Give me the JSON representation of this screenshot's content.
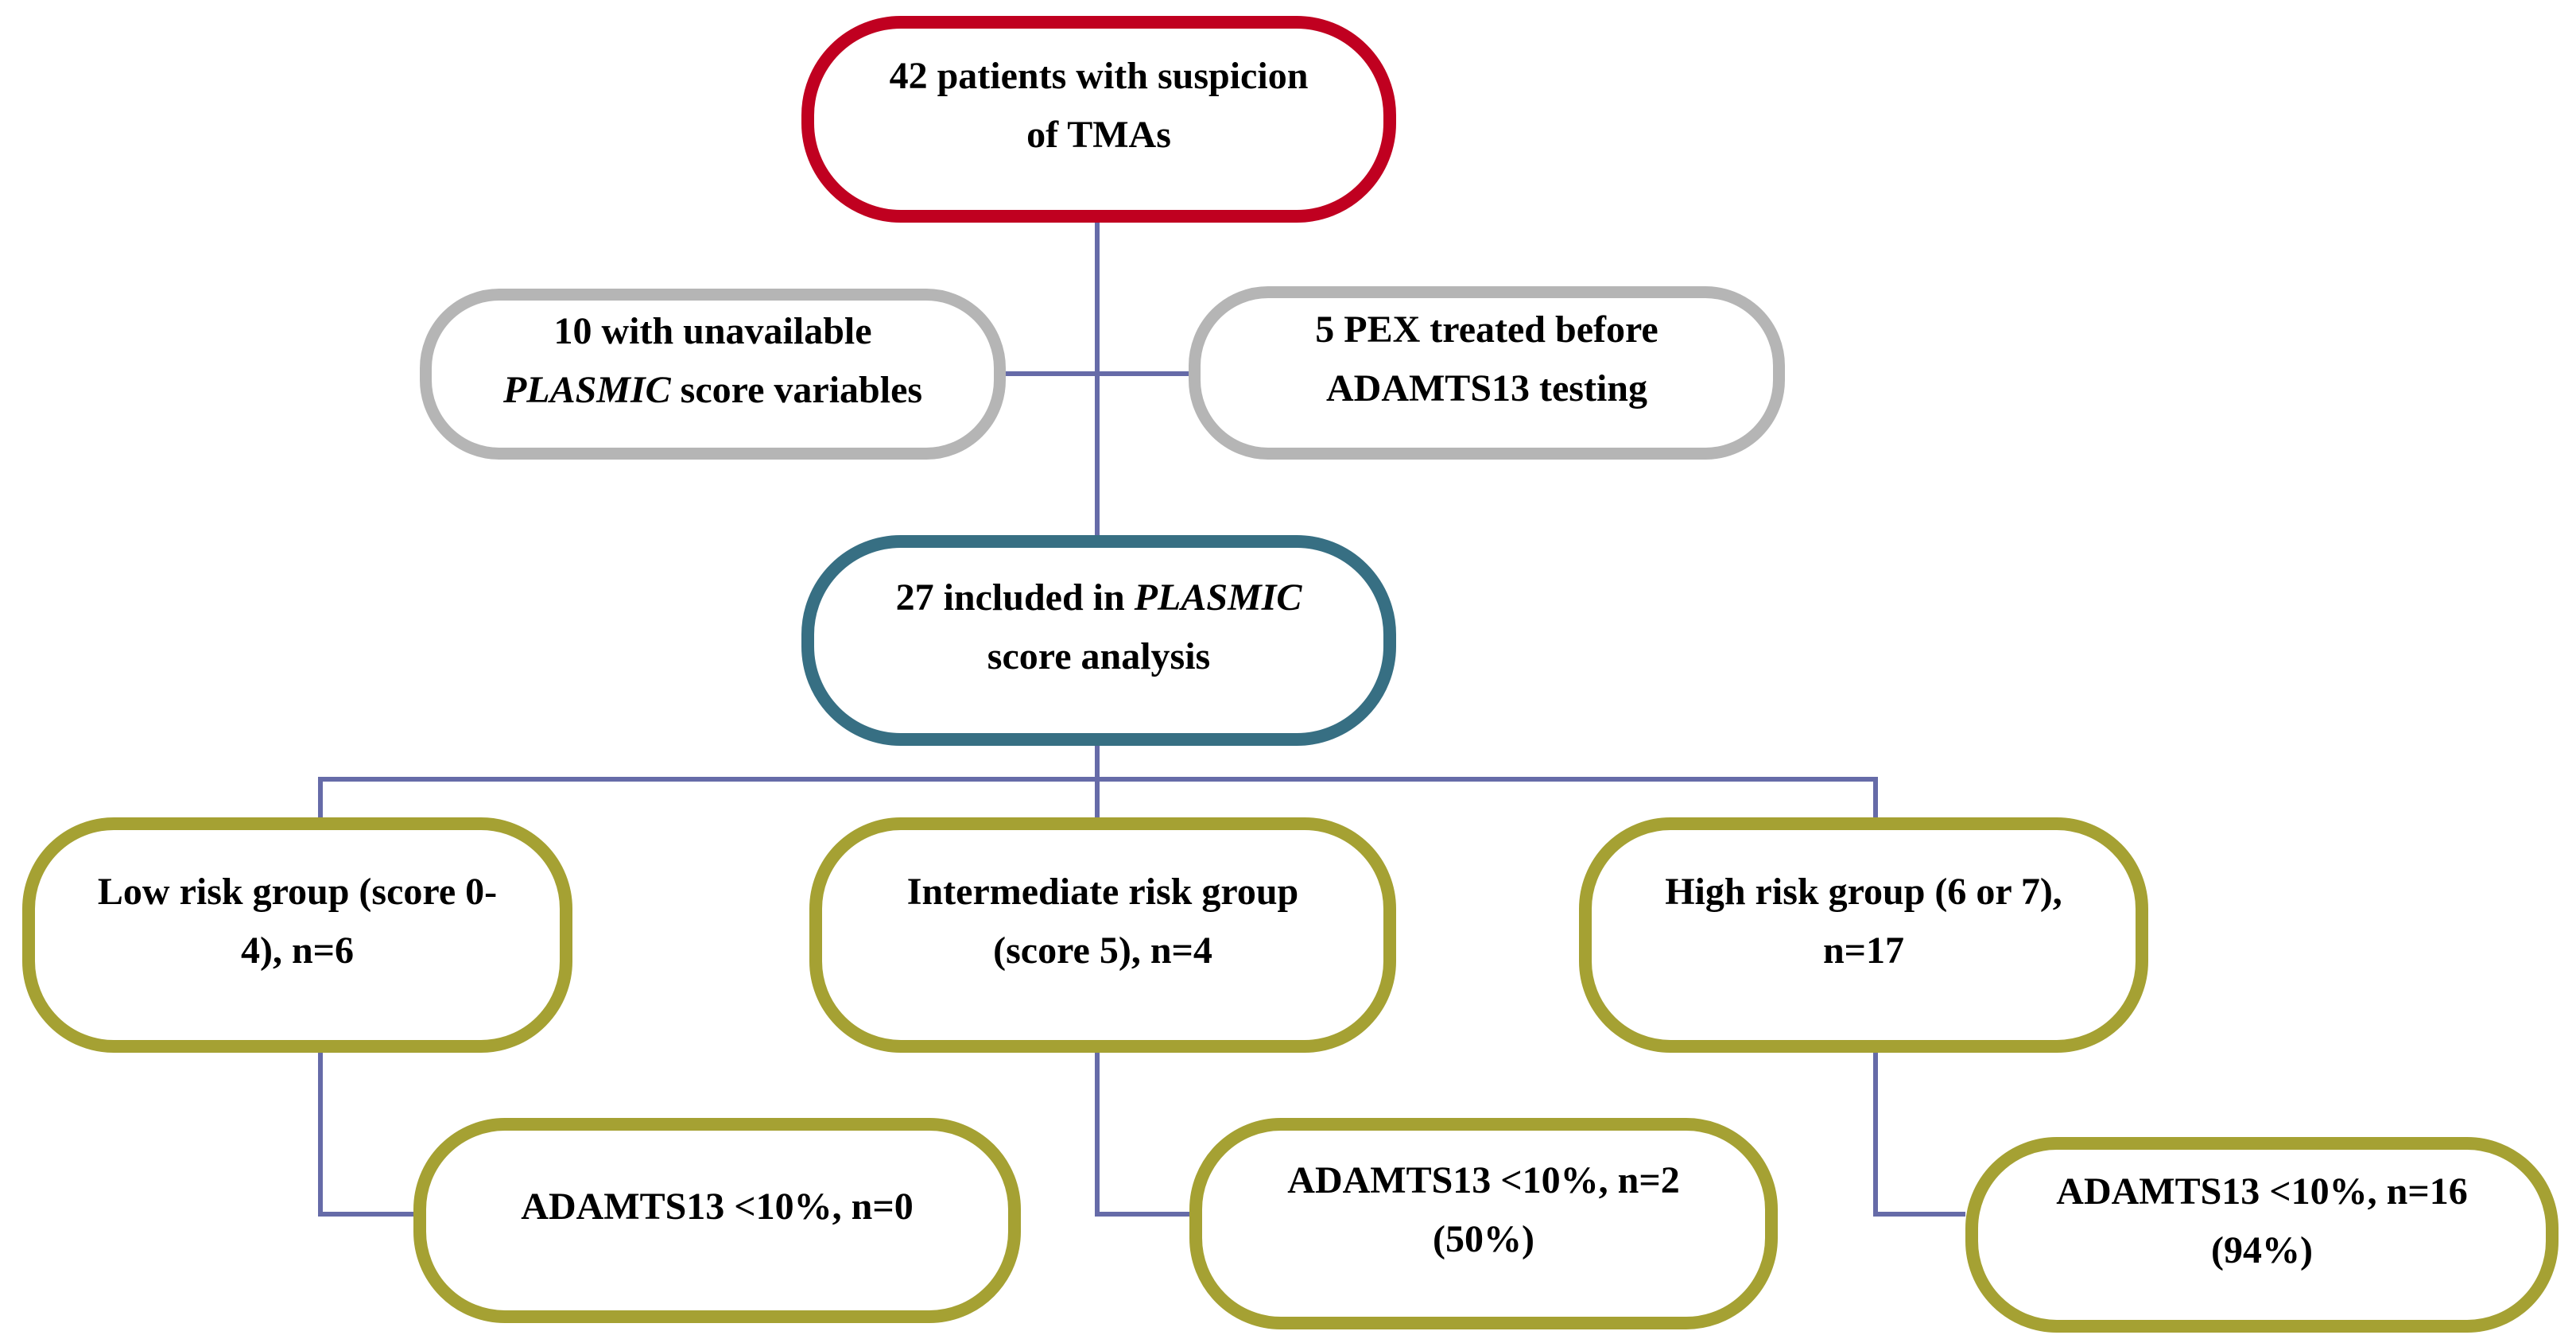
{
  "colors": {
    "red": "#C00020",
    "gray": "#B5B5B5",
    "teal": "#376F83",
    "olive": "#A5A133",
    "connector": "#666BA8",
    "text": "#000000",
    "background": "#FFFFFF"
  },
  "nodes": {
    "total": {
      "line1": "42 patients with suspicion",
      "line2": "of TMAs"
    },
    "excluded_unavailable": {
      "line1": "10 with unavailable",
      "line2_italic": "PLASMIC",
      "line2_rest": " score variables"
    },
    "excluded_pex": {
      "line1": "5 PEX treated before",
      "line2": "ADAMTS13 testing"
    },
    "included": {
      "line1_pre": "27 included in ",
      "line1_italic": "PLASMIC",
      "line2": "score analysis"
    },
    "low_risk": {
      "line1": "Low risk group (score 0-",
      "line2": "4), n=6"
    },
    "intermediate_risk": {
      "line1": "Intermediate risk group",
      "line2": "(score 5), n=4"
    },
    "high_risk": {
      "line1": "High risk group (6 or 7),",
      "line2": "n=17"
    },
    "low_adamts": {
      "line1": "ADAMTS13 <10%, n=0"
    },
    "intermediate_adamts": {
      "line1": "ADAMTS13 <10%, n=2",
      "line2": "(50%)"
    },
    "high_adamts": {
      "line1": "ADAMTS13 <10%, n=16",
      "line2": "(94%)"
    }
  }
}
